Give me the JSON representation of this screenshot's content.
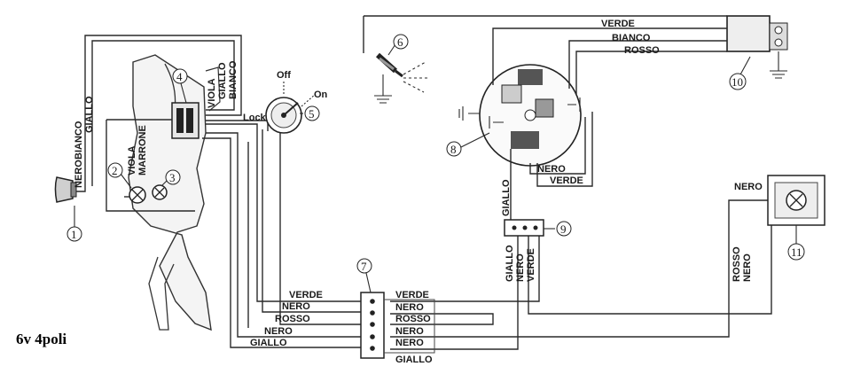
{
  "title": "6v 4poli",
  "components": [
    "1",
    "2",
    "3",
    "4",
    "5",
    "6",
    "7",
    "8",
    "9",
    "10",
    "11"
  ],
  "switch_states": {
    "off": "Off",
    "on": "On",
    "lock": "Lock"
  },
  "wire_labels": {
    "verde": "VERDE",
    "bianco": "BIANCO",
    "rosso": "ROSSO",
    "nero": "NERO",
    "giallo": "GIALLO",
    "viola": "VIOLA",
    "marrone": "MARRONE"
  },
  "terminal_7_left": [
    "VERDE",
    "NERO",
    "ROSSO",
    "NERO",
    "GIALLO"
  ],
  "terminal_7_right": [
    "VERDE",
    "NERO",
    "ROSSO",
    "NERO",
    "NERO",
    "GIALLO"
  ]
}
